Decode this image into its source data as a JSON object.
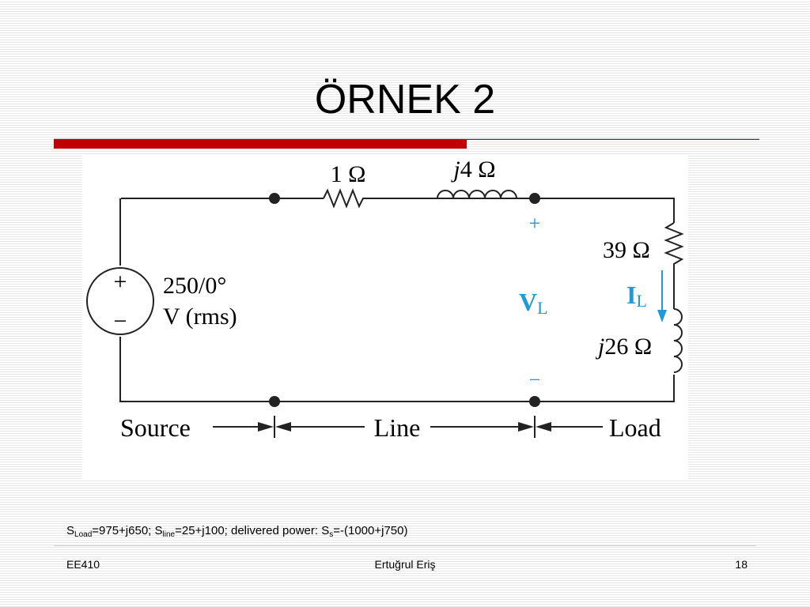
{
  "slide": {
    "title": "ÖRNEK 2",
    "note_parts": {
      "s1": "S",
      "s1_sub": "Load",
      "t1": "=975+j650; S",
      "s2_sub": "line",
      "t2": "=25+j100; delivered power: S",
      "s3_sub": "s",
      "t3": "=-(1000+j750)"
    },
    "footer": {
      "left": "EE410",
      "center": "Ertuğrul Eriş",
      "right": "18"
    }
  },
  "circuit": {
    "line_resistor": "1 Ω",
    "line_inductor_j": "j",
    "line_inductor": "4 Ω",
    "source_plus": "+",
    "source_minus": "−",
    "source_value": "250",
    "source_angle": "/0°",
    "source_unit": "V (rms)",
    "load_resistor": "39 Ω",
    "load_inductor_j": "j",
    "load_inductor": "26 Ω",
    "vl_plus": "+",
    "vl_minus": "−",
    "vl_symbol": "V",
    "vl_sub": "L",
    "il_symbol": "I",
    "il_sub": "L",
    "section_source": "Source",
    "section_line": "Line",
    "section_load": "Load",
    "colors": {
      "accent": "#1f9ad6",
      "wire": "#222222",
      "title_bar": "#c00000"
    }
  }
}
